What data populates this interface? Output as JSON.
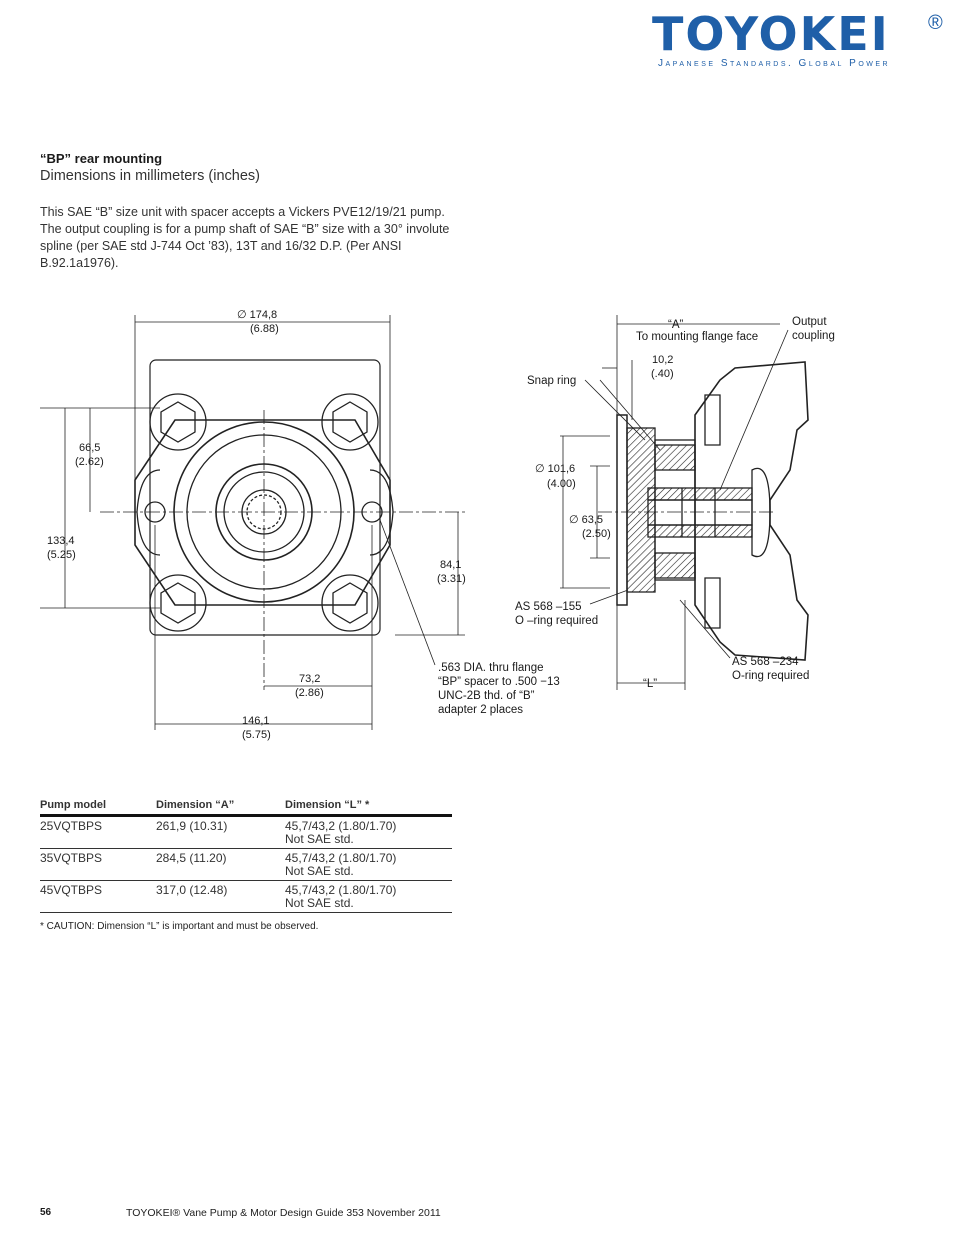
{
  "brand": {
    "name": "TOYOKEI",
    "reg": "®",
    "tagline": "Japanese Standards. Global Power"
  },
  "section": {
    "title": "“BP” rear mounting",
    "subtitle": "Dimensions in millimeters (inches)",
    "description": "This SAE “B” size unit with spacer accepts a Vickers PVE12/19/21 pump. The output coupling is for a pump shaft of SAE “B” size with a 30° involute spline (per SAE std J-744 Oct ’83), 13T and 16/32 D.P. (Per ANSI B.92.1a1976)."
  },
  "front_view": {
    "d174": "∅ 174,8",
    "d174_in": "(6.88)",
    "d66": "66,5",
    "d66_in": "(2.62)",
    "d133": "133,4",
    "d133_in": "(5.25)",
    "d84": "84,1",
    "d84_in": "(3.31)",
    "d73": "73,2",
    "d73_in": "(2.86)",
    "d146": "146,1",
    "d146_in": "(5.75)",
    "hole_note": [
      ".563  DIA. thru flange",
      "“BP” spacer to .500 −13",
      "UNC-2B thd. of  “B”",
      "adapter 2 places"
    ]
  },
  "side_view": {
    "dimA": "“A”",
    "dimA_note": "To mounting flange face",
    "d10": "10,2",
    "d10_in": "(.40)",
    "output": [
      "Output",
      "coupling"
    ],
    "snap_ring": "Snap ring",
    "d101": "∅ 101,6",
    "d101_in": "(4.00)",
    "d63": "∅ 63,5",
    "d63_in": "(2.50)",
    "oring155": [
      "AS 568  –155",
      "O –ring required"
    ],
    "oring234": [
      "AS 568  –234",
      "O-ring required"
    ],
    "dimL": "“L”"
  },
  "table": {
    "headers": [
      "Pump model",
      "Dimension “A”",
      "Dimension “L” *"
    ],
    "rows": [
      {
        "model": "25VQTBPS",
        "a": "261,9 (10.31)",
        "l": "45,7/43,2 (1.80/1.70)",
        "note": "Not SAE std."
      },
      {
        "model": "35VQTBPS",
        "a": "284,5 (11.20)",
        "l": "45,7/43,2 (1.80/1.70)",
        "note": "Not SAE std."
      },
      {
        "model": "45VQTBPS",
        "a": "317,0 (12.48)",
        "l": "45,7/43,2 (1.80/1.70)",
        "note": "Not SAE std."
      }
    ],
    "caution": "* CAUTION: Dimension “L” is important and must be observed."
  },
  "footer": {
    "page": "56",
    "title": "TOYOKEI® Vane Pump & Motor Design Guide  353  November 2011"
  }
}
